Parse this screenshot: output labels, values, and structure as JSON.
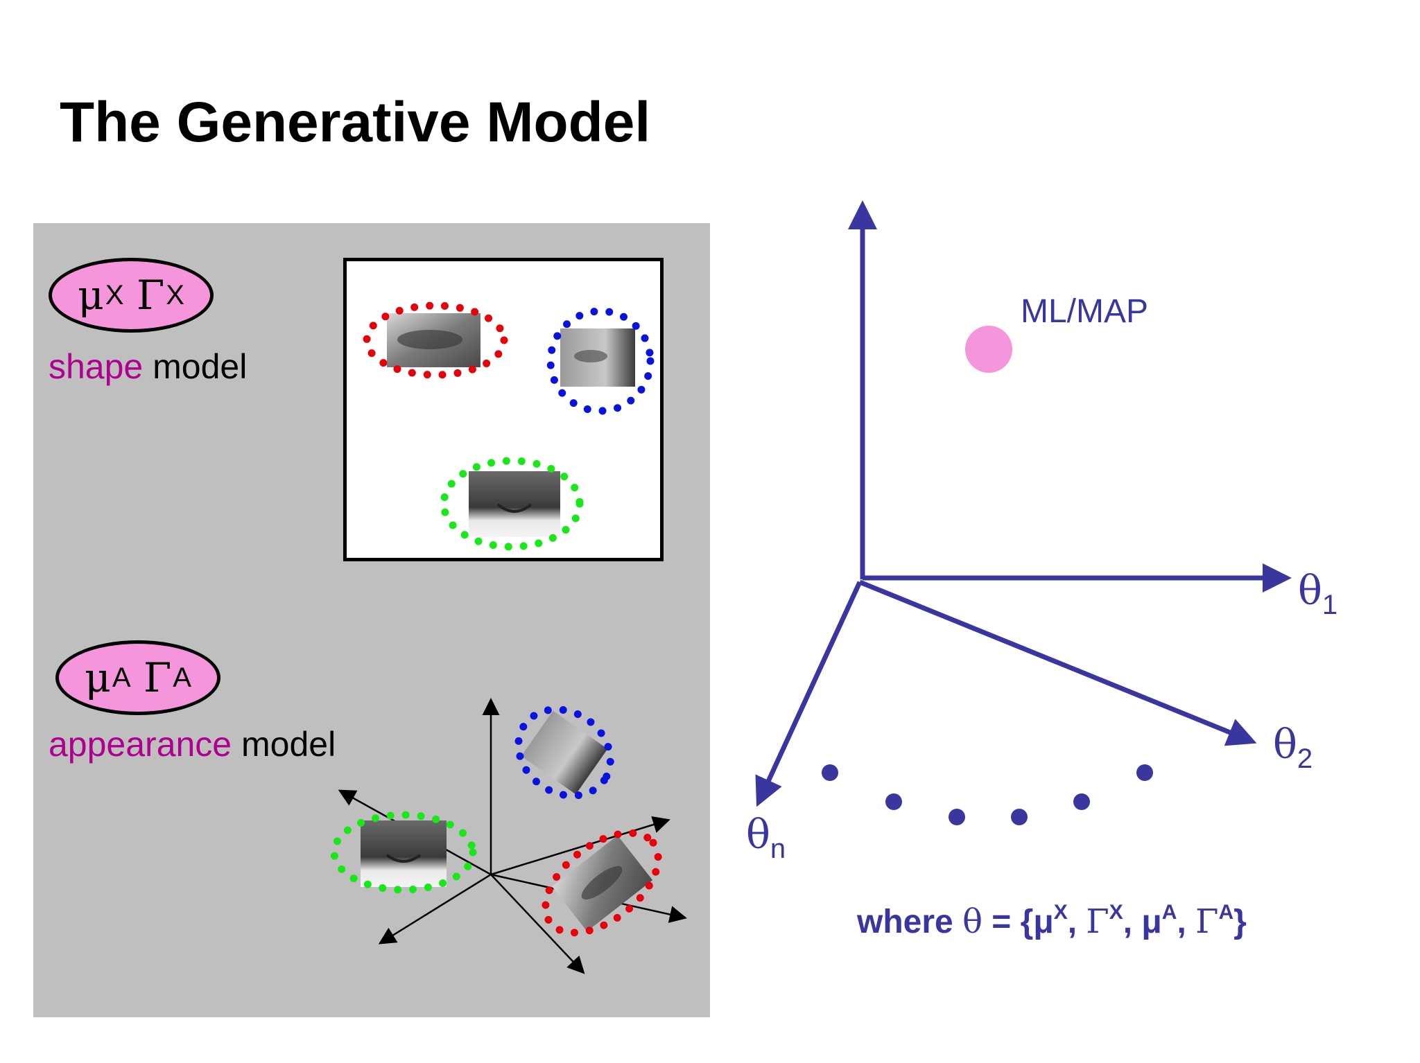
{
  "slide": {
    "title": "The Generative Model"
  },
  "shape_model": {
    "symbol": "μ",
    "symbol_sup": "X",
    "cov": "Γ",
    "cov_sup": "X",
    "word": "shape",
    "suffix": " model"
  },
  "appearance_model": {
    "symbol": "μ",
    "symbol_sup": "A",
    "cov": "Γ",
    "cov_sup": "A",
    "word": "appearance",
    "suffix": " model"
  },
  "parameter_space": {
    "point_label": "ML/MAP",
    "axes": [
      {
        "symbol": "θ",
        "sub": "1"
      },
      {
        "symbol": "θ",
        "sub": "2"
      },
      {
        "symbol": "θ",
        "sub": "n"
      }
    ],
    "where": {
      "prefix": "where ",
      "theta": "θ",
      "eq": " = {",
      "mu1": "μ",
      "mu1_sup": "X",
      "sep1": ", ",
      "g1": "Γ",
      "g1_sup": "X",
      "sep2": ", ",
      "mu2": "μ",
      "mu2_sup": "A",
      "sep3": ", ",
      "g2": "Γ",
      "g2_sup": "A",
      "close": "}"
    }
  },
  "colors": {
    "axis_blue": "#3a36a0",
    "pink": "#f595dc",
    "part_red": "#e8000a",
    "part_blue": "#0a12e0",
    "part_green": "#18e818",
    "panel_gray": "#c0bfc0",
    "accent_magenta": "#b00090"
  }
}
